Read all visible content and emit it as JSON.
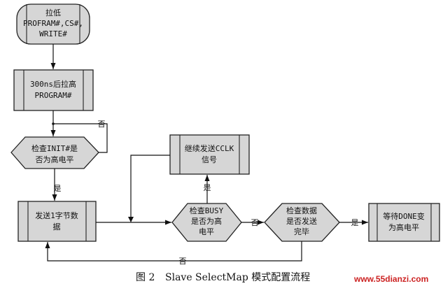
{
  "nodes": {
    "pull_low": [
      "拉低",
      "PROFRAM#,CS#,",
      "WRITE#"
    ],
    "wait_300ns": [
      "300ns后拉高",
      "PROGRAM#"
    ],
    "check_init": [
      "检查INIT#是",
      "否为高电平"
    ],
    "send_byte": [
      "发送1字节数",
      "据"
    ],
    "continue_cclk": [
      "继续发送CCLK",
      "信号"
    ],
    "check_busy": [
      "检查BUSY",
      "是否为高",
      "电平"
    ],
    "check_done": [
      "检查数据",
      "是否发送",
      "完毕"
    ],
    "wait_done": [
      "等待DONE变",
      "为高电平"
    ]
  },
  "edge_labels": {
    "no": "否",
    "yes": "是"
  },
  "caption": {
    "figure": "图 2",
    "title": "Slave SelectMap 模式配置流程"
  },
  "watermark": "www.55dianzi.com"
}
